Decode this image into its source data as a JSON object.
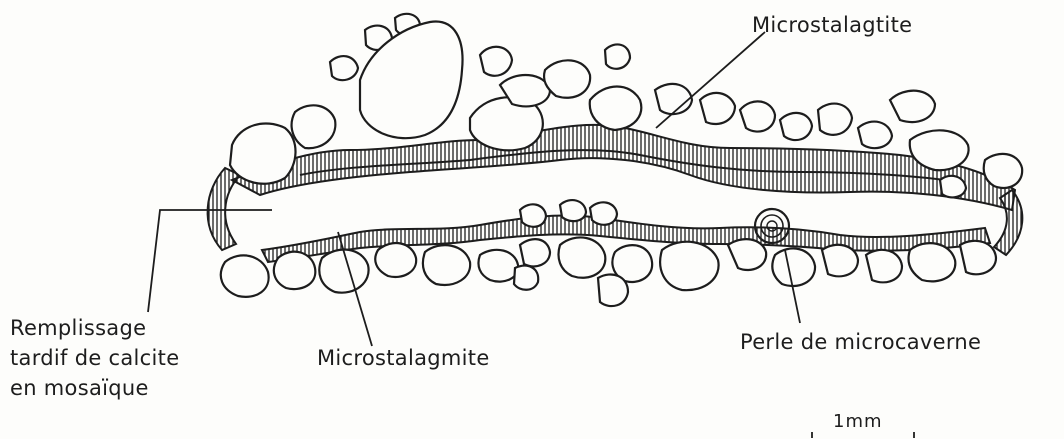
{
  "labels": {
    "microstalagtite": "Microstalagtite",
    "remplissage_line1": "Remplissage",
    "remplissage_line2": "tardif de calcite",
    "remplissage_line3": "en mosaïque",
    "microstalagmite": "Microstalagmite",
    "perle": "Perle de microcaverne",
    "scale": "1mm"
  },
  "colors": {
    "ink": "#1d1d1d",
    "paper": "#fdfdfb"
  }
}
